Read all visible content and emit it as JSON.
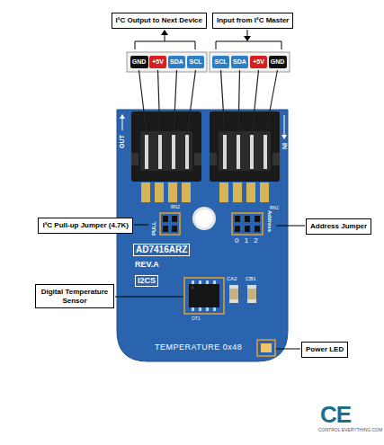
{
  "diagram": {
    "nodes": [
      {
        "text": [
          "I²C Output to Next Device"
        ]
      },
      {
        "text": [
          "Input from I²C Master"
        ]
      },
      {
        "text": [
          "GND"
        ]
      },
      {
        "text": [
          "+5V"
        ]
      },
      {
        "text": [
          "SDA"
        ]
      },
      {
        "text": [
          "SCL"
        ]
      },
      {
        "text": [
          "SCL"
        ]
      },
      {
        "text": [
          "SDA"
        ]
      },
      {
        "text": [
          "+5V"
        ]
      },
      {
        "text": [
          "GND"
        ]
      },
      {
        "text": [
          "I²C Pull-up Jumper (4.7K)"
        ]
      },
      {
        "text": [
          "Address Jumper"
        ]
      },
      {
        "text": [
          "Digital Temperature Sensor"
        ]
      },
      {
        "text": [
          "Power LED"
        ]
      }
    ],
    "labels": [
      "OUT",
      "IN",
      "RN2",
      "RN1",
      "PULL",
      "Address",
      "0 1 2",
      "AD7416ARZ",
      "REV.A",
      "I2CS",
      "CA2",
      "CB1",
      "OT1",
      "TEMPERATURE 0x48",
      "CE",
      "CONTROL EVERYTHING.COM"
    ]
  }
}
